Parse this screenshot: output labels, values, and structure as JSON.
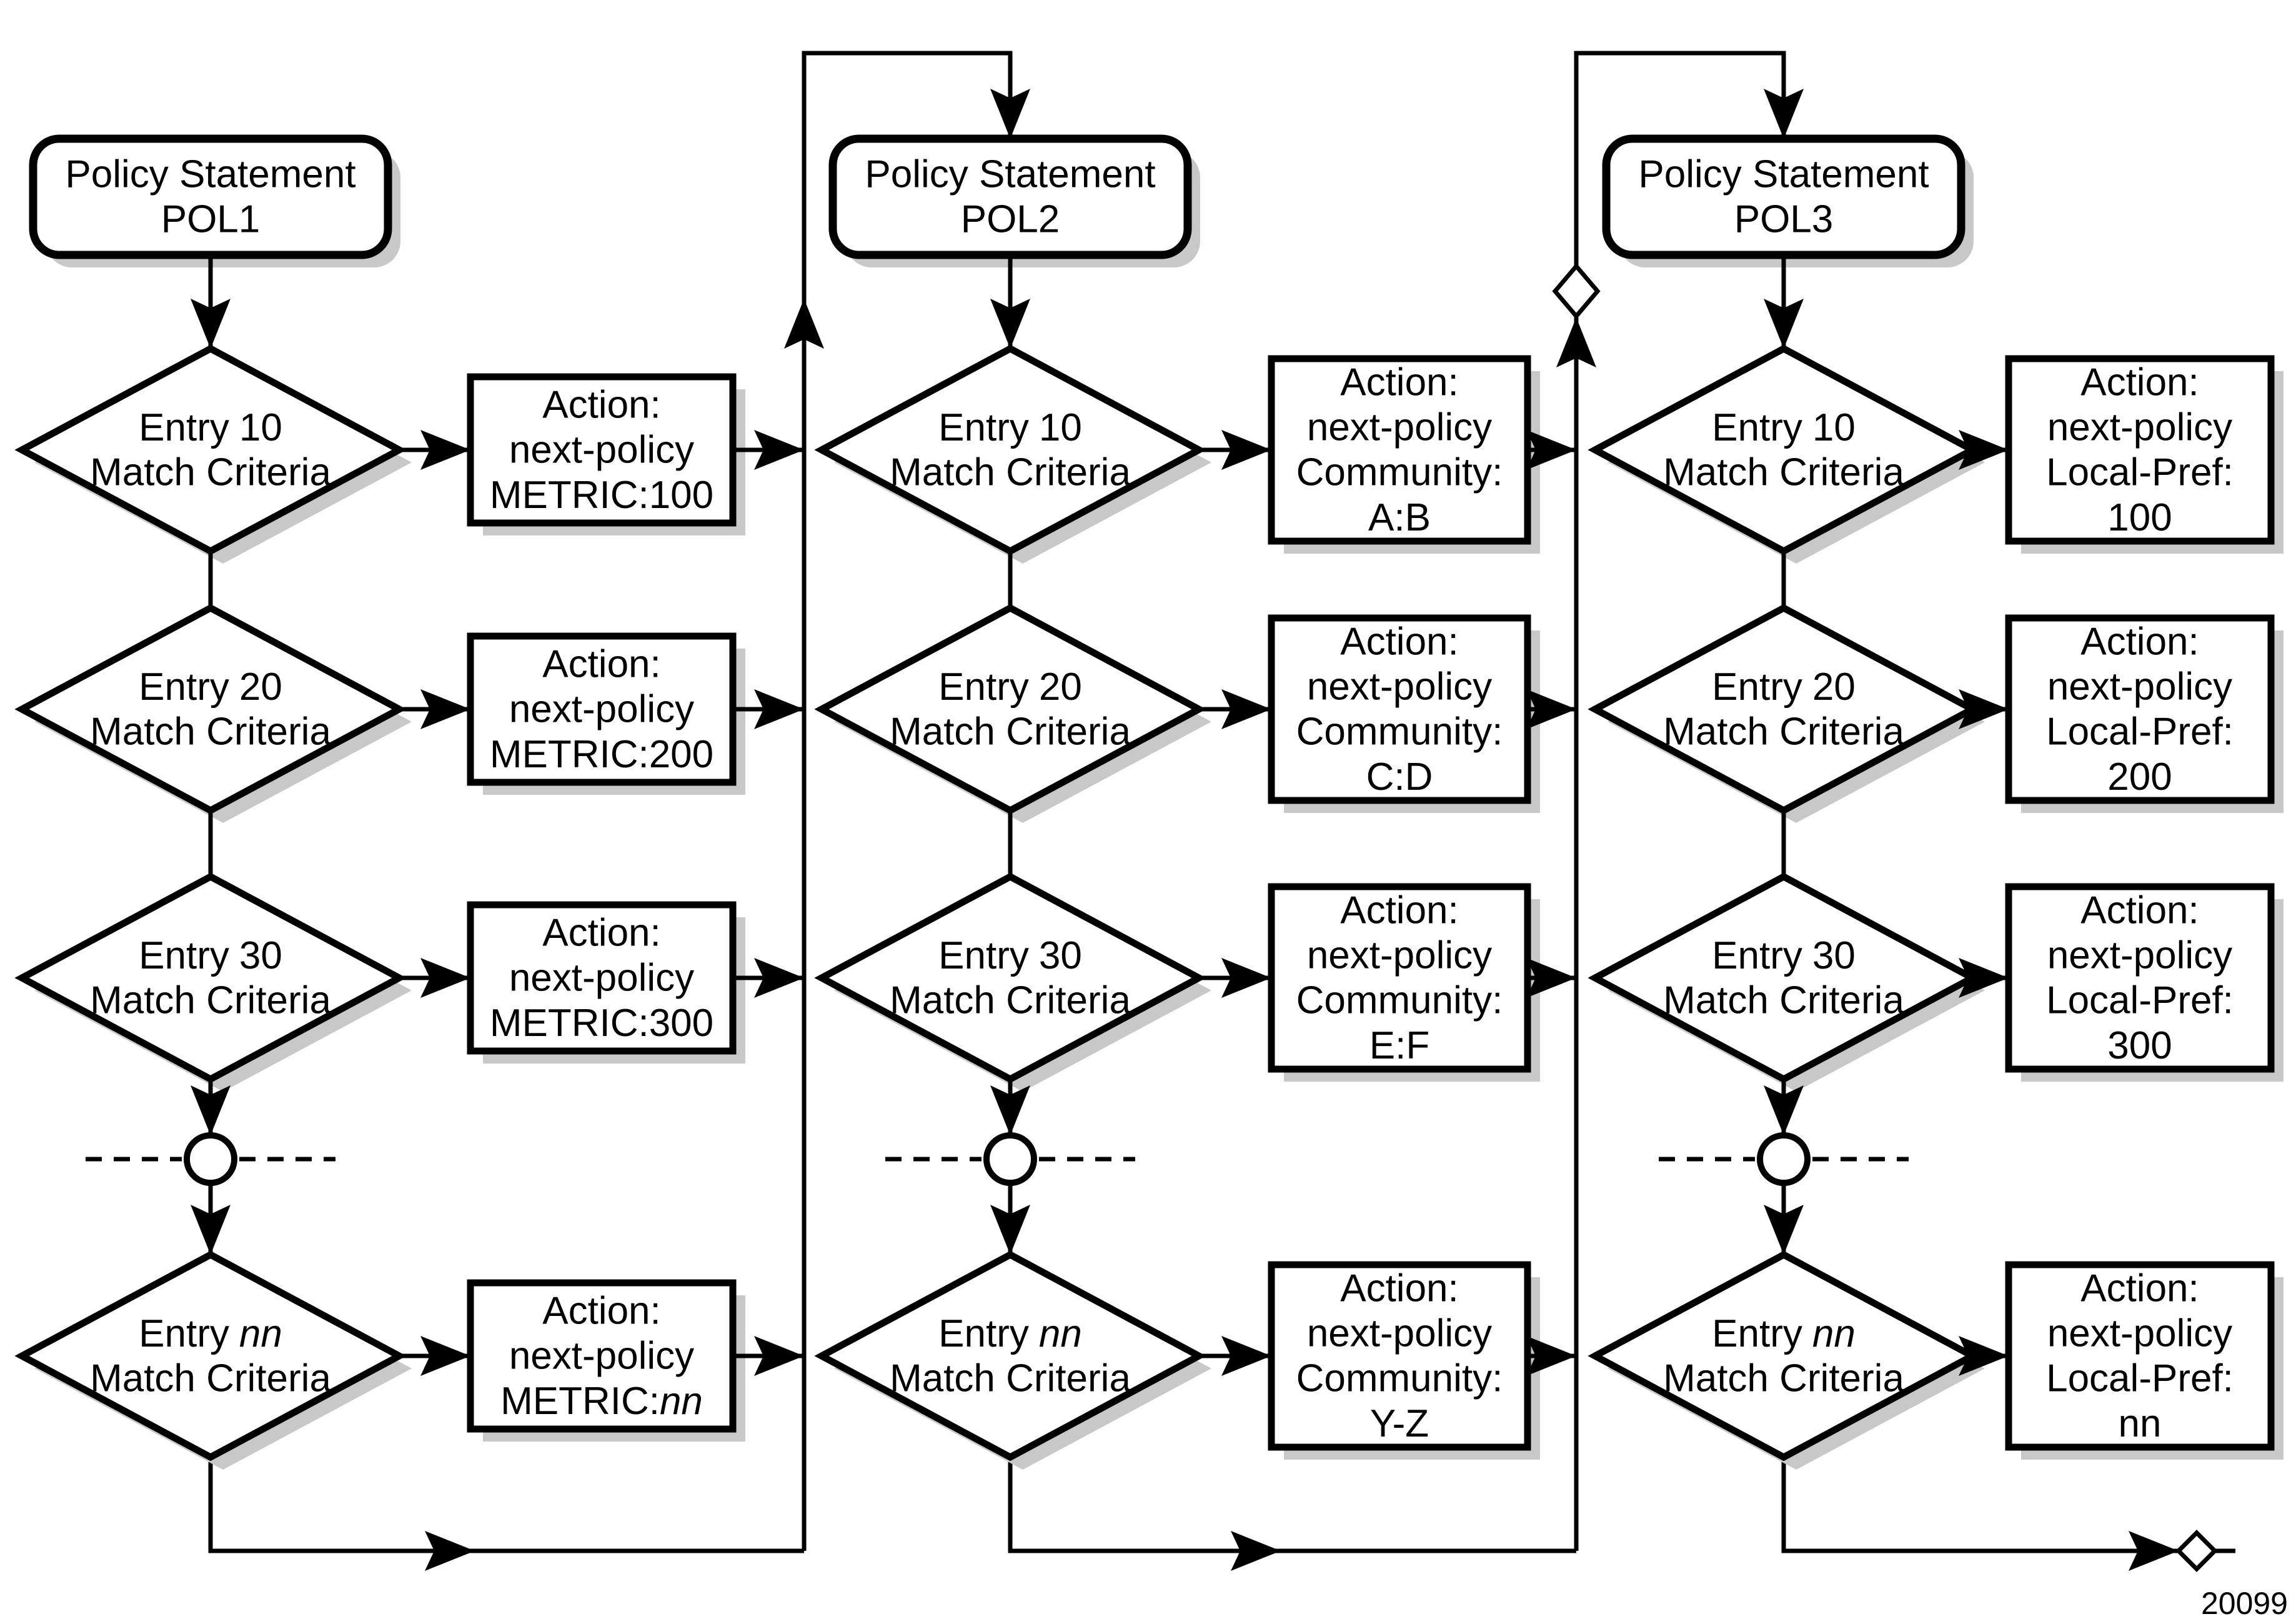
{
  "figure_number": "20099",
  "colors": {
    "ink": "#000000",
    "shadow": "#c8c8c8",
    "background": "#ffffff"
  },
  "policies": [
    {
      "title_line1": "Policy Statement",
      "title_line2": "POL1",
      "entries": [
        {
          "match_word": "Entry",
          "match_id": "10",
          "match_id_style": "normal",
          "match_line2": "Match Criteria",
          "action_line1": "Action:",
          "action_line2": "next-policy",
          "action_value_prefix": "METRIC:",
          "action_value": "100",
          "action_value_style": "normal"
        },
        {
          "match_word": "Entry",
          "match_id": "20",
          "match_id_style": "normal",
          "match_line2": "Match Criteria",
          "action_line1": "Action:",
          "action_line2": "next-policy",
          "action_value_prefix": "METRIC:",
          "action_value": "200",
          "action_value_style": "normal"
        },
        {
          "match_word": "Entry",
          "match_id": "30",
          "match_id_style": "normal",
          "match_line2": "Match Criteria",
          "action_line1": "Action:",
          "action_line2": "next-policy",
          "action_value_prefix": "METRIC:",
          "action_value": "300",
          "action_value_style": "normal"
        },
        {
          "match_word": "Entry",
          "match_id": "nn",
          "match_id_style": "italic",
          "match_line2": "Match Criteria",
          "action_line1": "Action:",
          "action_line2": "next-policy",
          "action_value_prefix": "METRIC:",
          "action_value": "nn",
          "action_value_style": "italic"
        }
      ]
    },
    {
      "title_line1": "Policy Statement",
      "title_line2": "POL2",
      "entries": [
        {
          "match_word": "Entry",
          "match_id": "10",
          "match_id_style": "normal",
          "match_line2": "Match Criteria",
          "action_line1": "Action:",
          "action_line2": "next-policy",
          "action_line3": "Community:",
          "action_value_prefix": "",
          "action_value": "A:B",
          "action_value_style": "normal"
        },
        {
          "match_word": "Entry",
          "match_id": "20",
          "match_id_style": "normal",
          "match_line2": "Match Criteria",
          "action_line1": "Action:",
          "action_line2": "next-policy",
          "action_line3": "Community:",
          "action_value_prefix": "",
          "action_value": "C:D",
          "action_value_style": "normal"
        },
        {
          "match_word": "Entry",
          "match_id": "30",
          "match_id_style": "normal",
          "match_line2": "Match Criteria",
          "action_line1": "Action:",
          "action_line2": "next-policy",
          "action_line3": "Community:",
          "action_value_prefix": "",
          "action_value": "E:F",
          "action_value_style": "normal"
        },
        {
          "match_word": "Entry",
          "match_id": "nn",
          "match_id_style": "italic",
          "match_line2": "Match Criteria",
          "action_line1": "Action:",
          "action_line2": "next-policy",
          "action_line3": "Community:",
          "action_value_prefix": "",
          "action_value": "Y-Z",
          "action_value_style": "normal"
        }
      ]
    },
    {
      "title_line1": "Policy Statement",
      "title_line2": "POL3",
      "entries": [
        {
          "match_word": "Entry",
          "match_id": "10",
          "match_id_style": "normal",
          "match_line2": "Match Criteria",
          "action_line1": "Action:",
          "action_line2": "next-policy",
          "action_line3": "Local-Pref:",
          "action_value_prefix": "",
          "action_value": "100",
          "action_value_style": "normal"
        },
        {
          "match_word": "Entry",
          "match_id": "20",
          "match_id_style": "normal",
          "match_line2": "Match Criteria",
          "action_line1": "Action:",
          "action_line2": "next-policy",
          "action_line3": "Local-Pref:",
          "action_value_prefix": "",
          "action_value": "200",
          "action_value_style": "normal"
        },
        {
          "match_word": "Entry",
          "match_id": "30",
          "match_id_style": "normal",
          "match_line2": "Match Criteria",
          "action_line1": "Action:",
          "action_line2": "next-policy",
          "action_line3": "Local-Pref:",
          "action_value_prefix": "",
          "action_value": "300",
          "action_value_style": "normal"
        },
        {
          "match_word": "Entry",
          "match_id": "nn",
          "match_id_style": "italic",
          "match_line2": "Match Criteria",
          "action_line1": "Action:",
          "action_line2": "next-policy",
          "action_line3": "Local-Pref:",
          "action_value_prefix": "",
          "action_value": "nn",
          "action_value_style": "normal"
        }
      ]
    }
  ]
}
